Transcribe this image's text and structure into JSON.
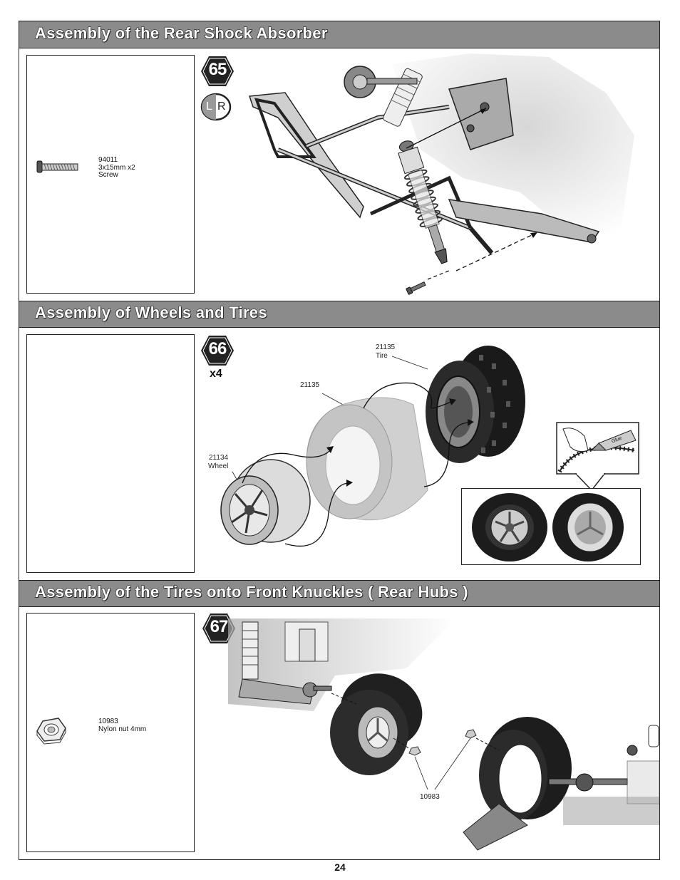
{
  "page_number": "24",
  "sections": [
    {
      "title": "Assembly of the Rear Shock  Absorber",
      "step": "65",
      "side_badge": {
        "left": "L",
        "right": "R"
      },
      "parts": [
        {
          "code": "94011",
          "desc": "3x15mm x2",
          "name": "Screw"
        }
      ]
    },
    {
      "title": "Assembly of Wheels and Tires",
      "step": "66",
      "quantity": "x4",
      "parts": [],
      "callouts": [
        {
          "code": "21135",
          "name": "Tire"
        },
        {
          "code": "21135",
          "name": ""
        },
        {
          "code": "21134",
          "name": "Wheel"
        }
      ],
      "glue_label": "Glue"
    },
    {
      "title": "Assembly of the Tires onto Front Knuckles ( Rear Hubs )",
      "step": "67",
      "parts": [
        {
          "code": "10983",
          "desc": "Nylon nut 4mm"
        }
      ],
      "callouts": [
        {
          "code": "10983"
        }
      ]
    }
  ]
}
